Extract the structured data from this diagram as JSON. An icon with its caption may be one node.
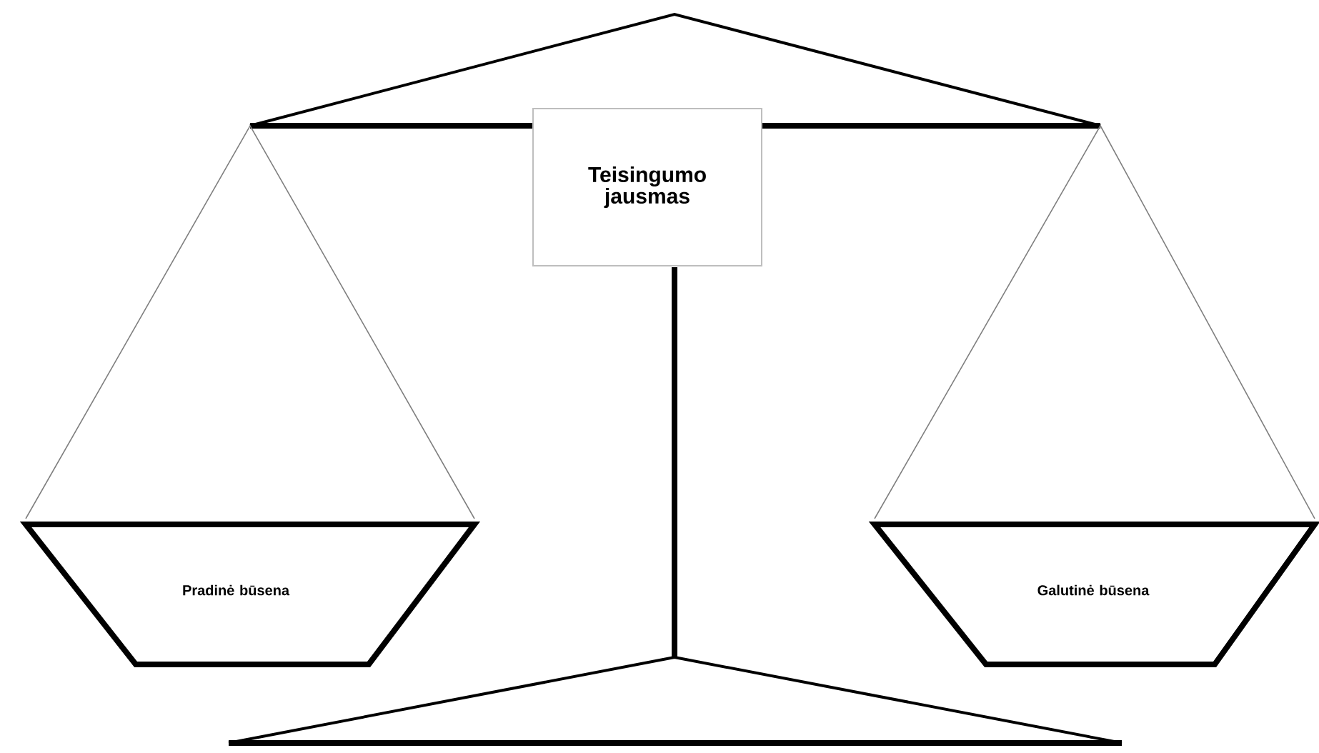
{
  "diagram": {
    "nodes": [
      {
        "text": [
          "Teisingumo jausmas"
        ]
      },
      {
        "text": [
          "Pradinė būsena"
        ]
      },
      {
        "text": [
          "Galutinė būsena"
        ]
      }
    ]
  }
}
